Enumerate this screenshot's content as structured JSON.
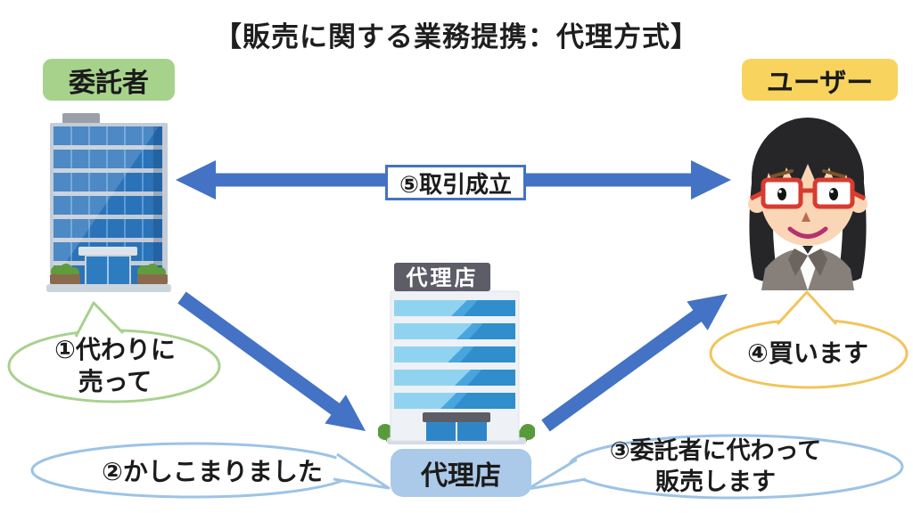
{
  "title": "【販売に関する業務提携：代理方式】",
  "entities": {
    "consignor": {
      "label": "委託者"
    },
    "user": {
      "label": "ユーザー"
    },
    "agency": {
      "label": "代理店",
      "building_sign": "代理店"
    }
  },
  "deal_arrow": {
    "label": "⑤取引成立"
  },
  "bubbles": {
    "request": {
      "text": "①代わりに\n売って"
    },
    "accept": {
      "text": "②かしこまりました"
    },
    "sell": {
      "text": "③委託者に代わって\n販売します"
    },
    "buy": {
      "text": "④買います"
    }
  },
  "colors": {
    "arrow_blue": "#4472c4",
    "consignor_label_bg": "#a7d28c",
    "user_label_bg": "#f8d45f",
    "agency_label_bg": "#abc9e9",
    "agency_sign_bg": "#5d5d68",
    "bubble_green_border": "#a9d18e",
    "bubble_blue_border": "#9dc3e6",
    "bubble_yellow_border": "#f2c55c"
  }
}
